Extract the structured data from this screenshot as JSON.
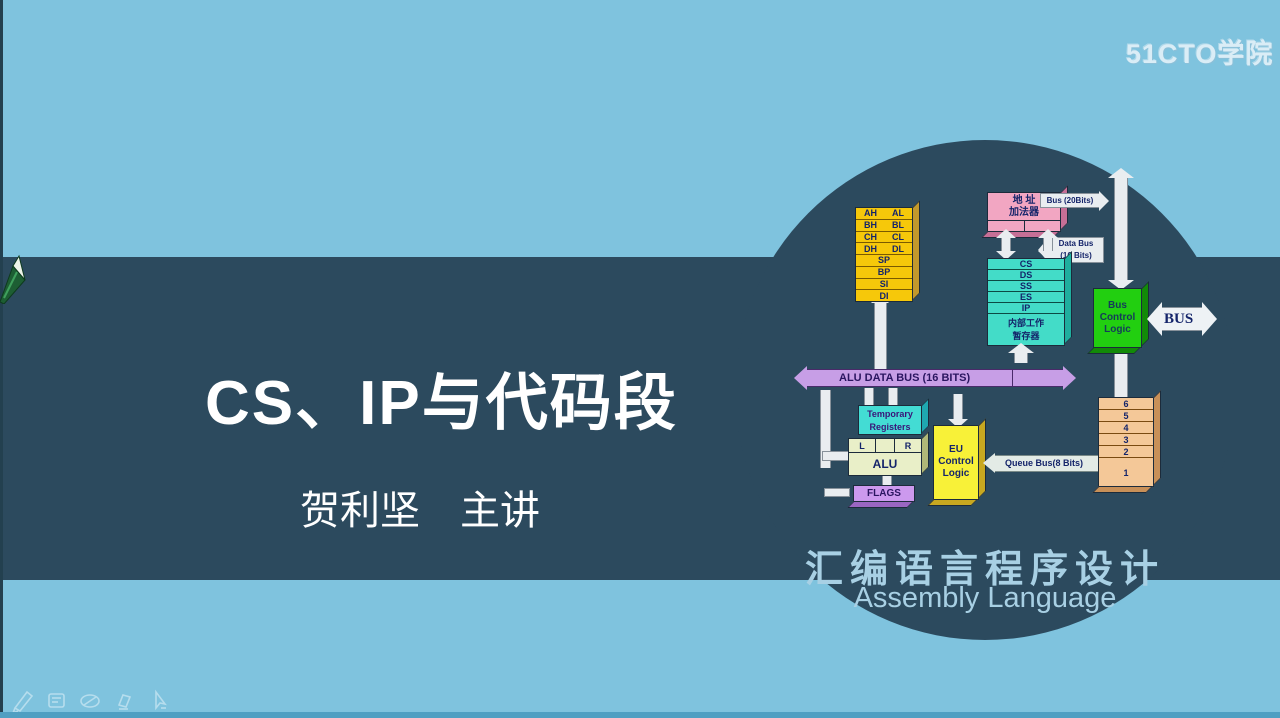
{
  "watermark": "51CTO学院",
  "slide": {
    "title": "CS、IP与代码段",
    "lecturer": "贺利坚　主讲"
  },
  "brand": {
    "zh": "汇编语言程序设计",
    "en": "Assembly Language"
  },
  "cpu": {
    "registers": {
      "rows": [
        {
          "l": "AH",
          "r": "AL"
        },
        {
          "l": "BH",
          "r": "BL"
        },
        {
          "l": "CH",
          "r": "CL"
        },
        {
          "l": "DH",
          "r": "DL"
        }
      ],
      "singles": [
        "SP",
        "BP",
        "SI",
        "DI"
      ]
    },
    "adder": {
      "line1": "地 址",
      "line2": "加法器"
    },
    "bus20_label": "Bus (20Bits)",
    "databus": {
      "line1": "Data Bus",
      "line2": "(16 Bits)"
    },
    "segments": [
      "CS",
      "DS",
      "SS",
      "ES",
      "IP"
    ],
    "internal_regs": {
      "line1": "内部工作",
      "line2": "暂存器"
    },
    "alu_bus_label": "ALU DATA BUS (16 BITS)",
    "temp_regs": {
      "line1": "Temporary",
      "line2": "Registers"
    },
    "lr": {
      "l": "L",
      "r": "R"
    },
    "alu_label": "ALU",
    "flags_label": "FLAGS",
    "eu": {
      "line1": "EU",
      "line2": "Control",
      "line3": "Logic"
    },
    "queue_bus_label": "Queue  Bus(8 Bits)",
    "queue_cells": [
      "6",
      "5",
      "4",
      "3",
      "2",
      "1"
    ],
    "bus_control": {
      "line1": "Bus",
      "line2": "Control",
      "line3": "Logic"
    },
    "bus_label": "BUS"
  },
  "toolbar": {
    "tools": [
      "pencil",
      "note",
      "laser-pointer",
      "highlighter",
      "cursor"
    ]
  },
  "colors": {
    "bg": "#7fc3de",
    "band": "#2c4a5e",
    "register_yellow": "#f6c80a",
    "adder_pink": "#f2a6c2",
    "segment_cyan": "#43dcc8",
    "bus_control_green": "#22cf10",
    "alu_bus_purple": "#c79ee6",
    "queue_tan": "#f4c898",
    "eu_yellow": "#f8f138",
    "flags_violet": "#cc99ee",
    "brand_text": "#a8d0e4"
  }
}
